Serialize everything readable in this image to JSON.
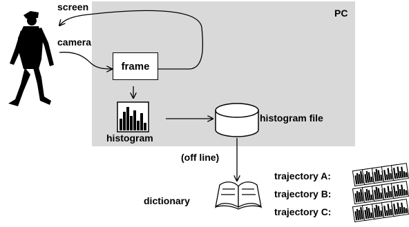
{
  "diagram": {
    "pc_label": "PC",
    "screen_label": "screen",
    "camera_label": "camera",
    "frame_label": "frame",
    "histogram_label": "histogram",
    "histogram_file_label": "histogram file",
    "offline_label": "(off line)",
    "dictionary_label": "dictionary",
    "trajectories": [
      {
        "label": "trajectory A:"
      },
      {
        "label": "trajectory B:"
      },
      {
        "label": "trajectory C:"
      }
    ]
  },
  "icons": {
    "person": "walking-person-silhouette-icon",
    "histogram": "histogram-bars-icon",
    "file": "cylinder-database-icon",
    "dictionary": "open-book-icon",
    "trajectory_stack": "stacked-histogram-cards-icon"
  }
}
